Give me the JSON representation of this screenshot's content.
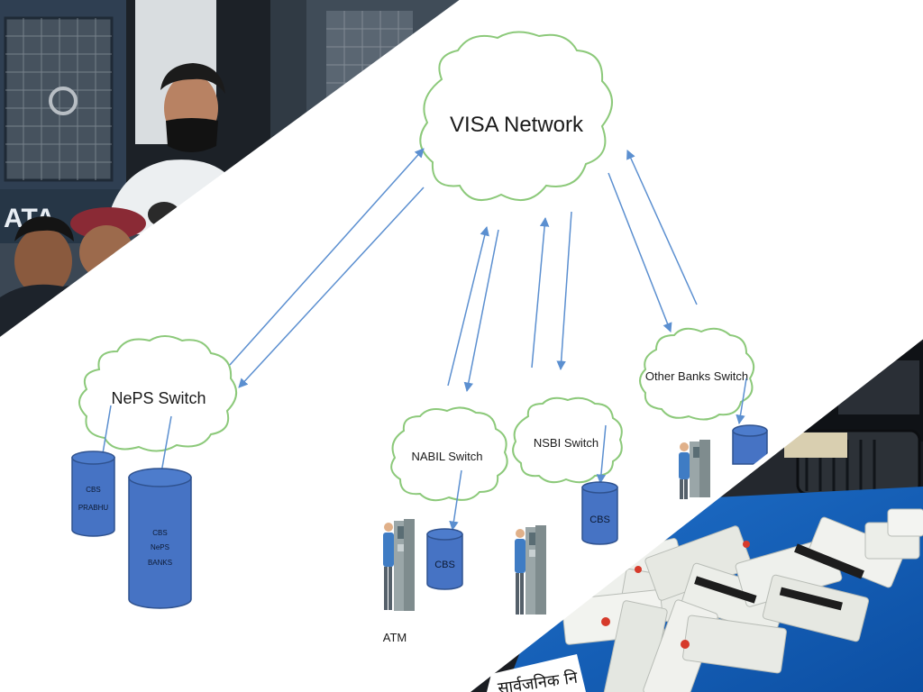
{
  "diagram": {
    "nodes": {
      "visa": "VISA Network",
      "neps": "NePS Switch",
      "nabil": "NABIL Switch",
      "nsbi": "NSBI Switch",
      "other": "Other Banks Switch"
    },
    "databases": {
      "cbs_prabhu": [
        "CBS",
        "PRABHU"
      ],
      "cbs_neps": [
        "CBS",
        "NePS",
        "BANKS"
      ],
      "cbs_nabil": "CBS",
      "cbs_nsbi": "CBS"
    },
    "atm_label": "ATM"
  },
  "photos": {
    "top_left": "man-in-face-mask-leaving-police-van",
    "bottom_right": "seized-cards-on-blue-table",
    "sign_text": "सार्वजनिक नि"
  },
  "colors": {
    "cloud_stroke": "#8cc97a",
    "arrow": "#5b8fd0",
    "cylinder_fill": "#4673c4",
    "cylinder_stroke": "#2f528f"
  }
}
